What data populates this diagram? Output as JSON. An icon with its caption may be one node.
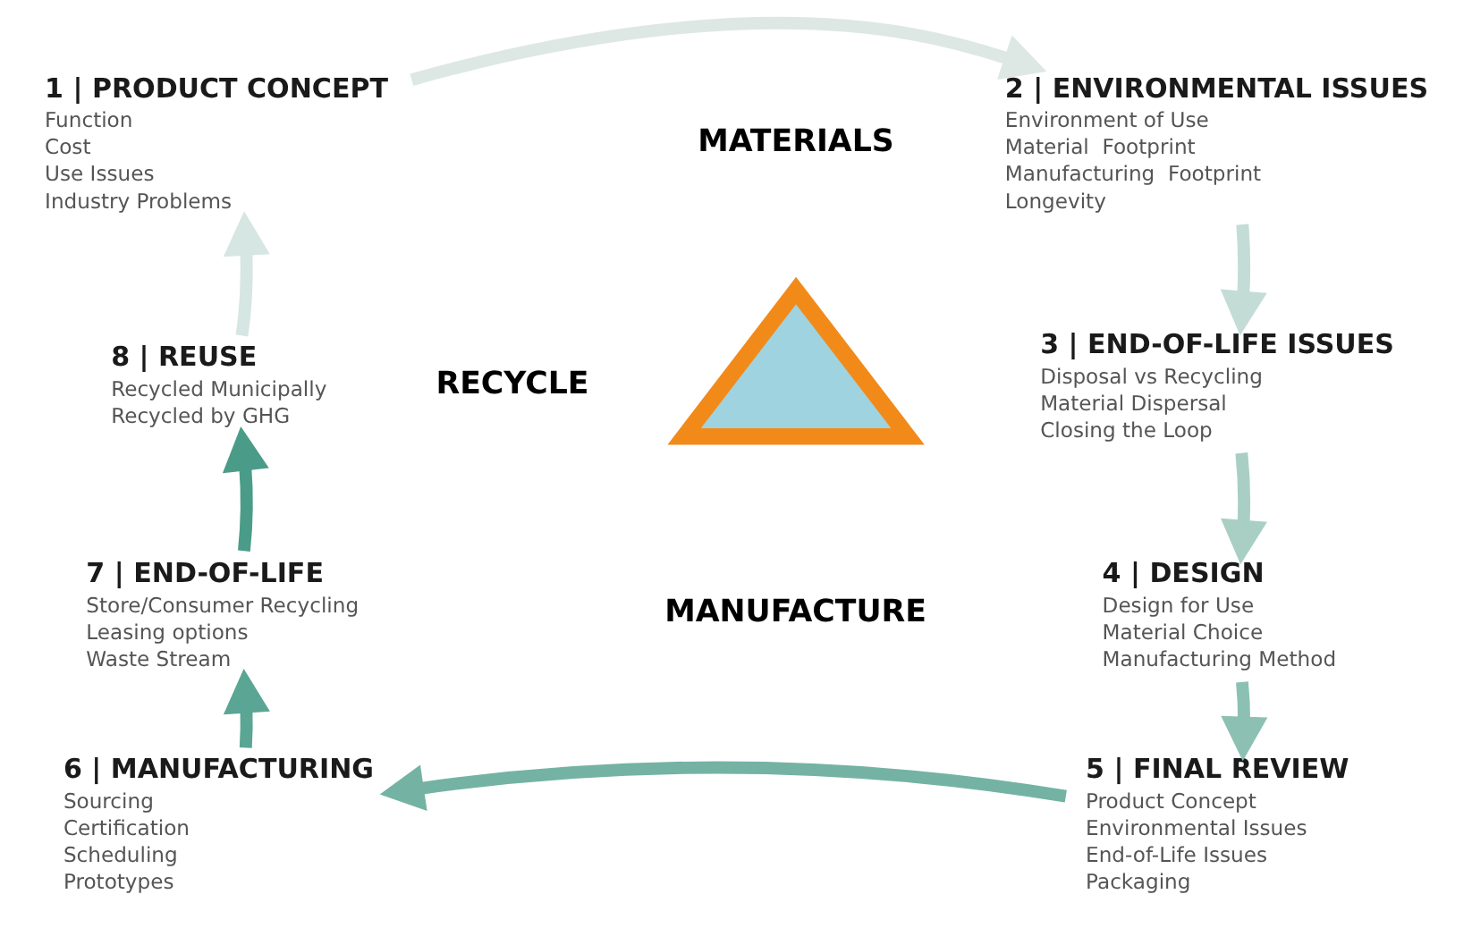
{
  "diagram": {
    "nodes": [
      {
        "text": [
          "1 | PRODUCT CONCEPT",
          "Function",
          "Cost",
          "Use Issues",
          "Industry Problems"
        ]
      },
      {
        "text": [
          "2 | ENVIRONMENTAL ISSUES",
          "Environment of Use",
          "Material  Footprint",
          "Manufacturing  Footprint",
          "Longevity"
        ]
      },
      {
        "text": [
          "3 | END-OF-LIFE ISSUES",
          "Disposal vs Recycling",
          "Material Dispersal",
          "Closing the Loop"
        ]
      },
      {
        "text": [
          "4 | DESIGN",
          "Design for Use",
          "Material Choice",
          "Manufacturing Method"
        ]
      },
      {
        "text": [
          "5 | FINAL REVIEW",
          "Product Concept",
          "Environmental Issues",
          "End-of-Life Issues",
          "Packaging"
        ]
      },
      {
        "text": [
          "6 | MANUFACTURING",
          "Sourcing",
          "Certification",
          "Scheduling",
          "Prototypes"
        ]
      },
      {
        "text": [
          "7 | END-OF-LIFE",
          "Store/Consumer Recycling",
          "Leasing options",
          "Waste Stream"
        ]
      },
      {
        "text": [
          "8 | REUSE",
          "Recycled Municipally",
          "Recycled by GHG"
        ]
      },
      {
        "text": [],
        "shape": "triangle"
      }
    ],
    "edges": [
      {
        "from": 0,
        "to": 1,
        "arrow": "to",
        "color": "#dde8e5"
      },
      {
        "from": 1,
        "to": 2,
        "arrow": "to",
        "color": "#c4dcd6"
      },
      {
        "from": 2,
        "to": 3,
        "arrow": "to",
        "color": "#a9cfc5"
      },
      {
        "from": 3,
        "to": 4,
        "arrow": "to",
        "color": "#8cc0b3"
      },
      {
        "from": 4,
        "to": 5,
        "arrow": "to",
        "color": "#74b3a3"
      },
      {
        "from": 5,
        "to": 6,
        "arrow": "to",
        "color": "#5aa593"
      },
      {
        "from": 6,
        "to": 7,
        "arrow": "to",
        "color": "#4a9c89"
      },
      {
        "from": 7,
        "to": 0,
        "arrow": "to",
        "color": "#d6e6e2"
      }
    ],
    "labels": [
      "MATERIALS",
      "RECYCLE",
      "MANUFACTURE"
    ]
  }
}
